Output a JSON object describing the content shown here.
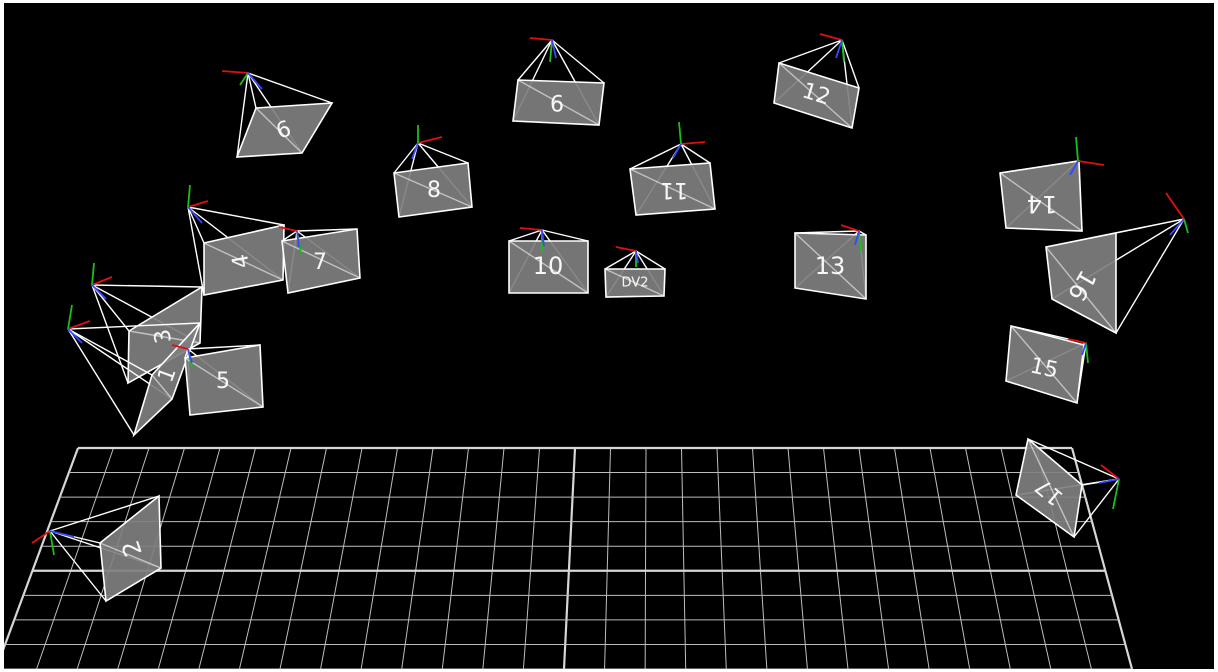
{
  "scene": {
    "title": "",
    "background": "#000000",
    "axis_colors": {
      "x": "#e01010",
      "y": "#18c018",
      "z": "#3848ff"
    },
    "cameras": [
      {
        "id": "cam-6",
        "label": "6"
      },
      {
        "id": "cam-9",
        "label": "9"
      },
      {
        "id": "cam-12",
        "label": "12"
      },
      {
        "id": "cam-8",
        "label": "8"
      },
      {
        "id": "cam-11",
        "label": "11"
      },
      {
        "id": "cam-4",
        "label": "4"
      },
      {
        "id": "cam-7",
        "label": "7"
      },
      {
        "id": "cam-10",
        "label": "10"
      },
      {
        "id": "cam-dv2",
        "label": "DV2"
      },
      {
        "id": "cam-13",
        "label": "13"
      },
      {
        "id": "cam-14",
        "label": "14"
      },
      {
        "id": "cam-16",
        "label": "16"
      },
      {
        "id": "cam-3",
        "label": "3"
      },
      {
        "id": "cam-1",
        "label": "1"
      },
      {
        "id": "cam-5",
        "label": "5"
      },
      {
        "id": "cam-15",
        "label": "15"
      },
      {
        "id": "cam-17",
        "label": "17"
      },
      {
        "id": "cam-2",
        "label": "2"
      }
    ]
  }
}
